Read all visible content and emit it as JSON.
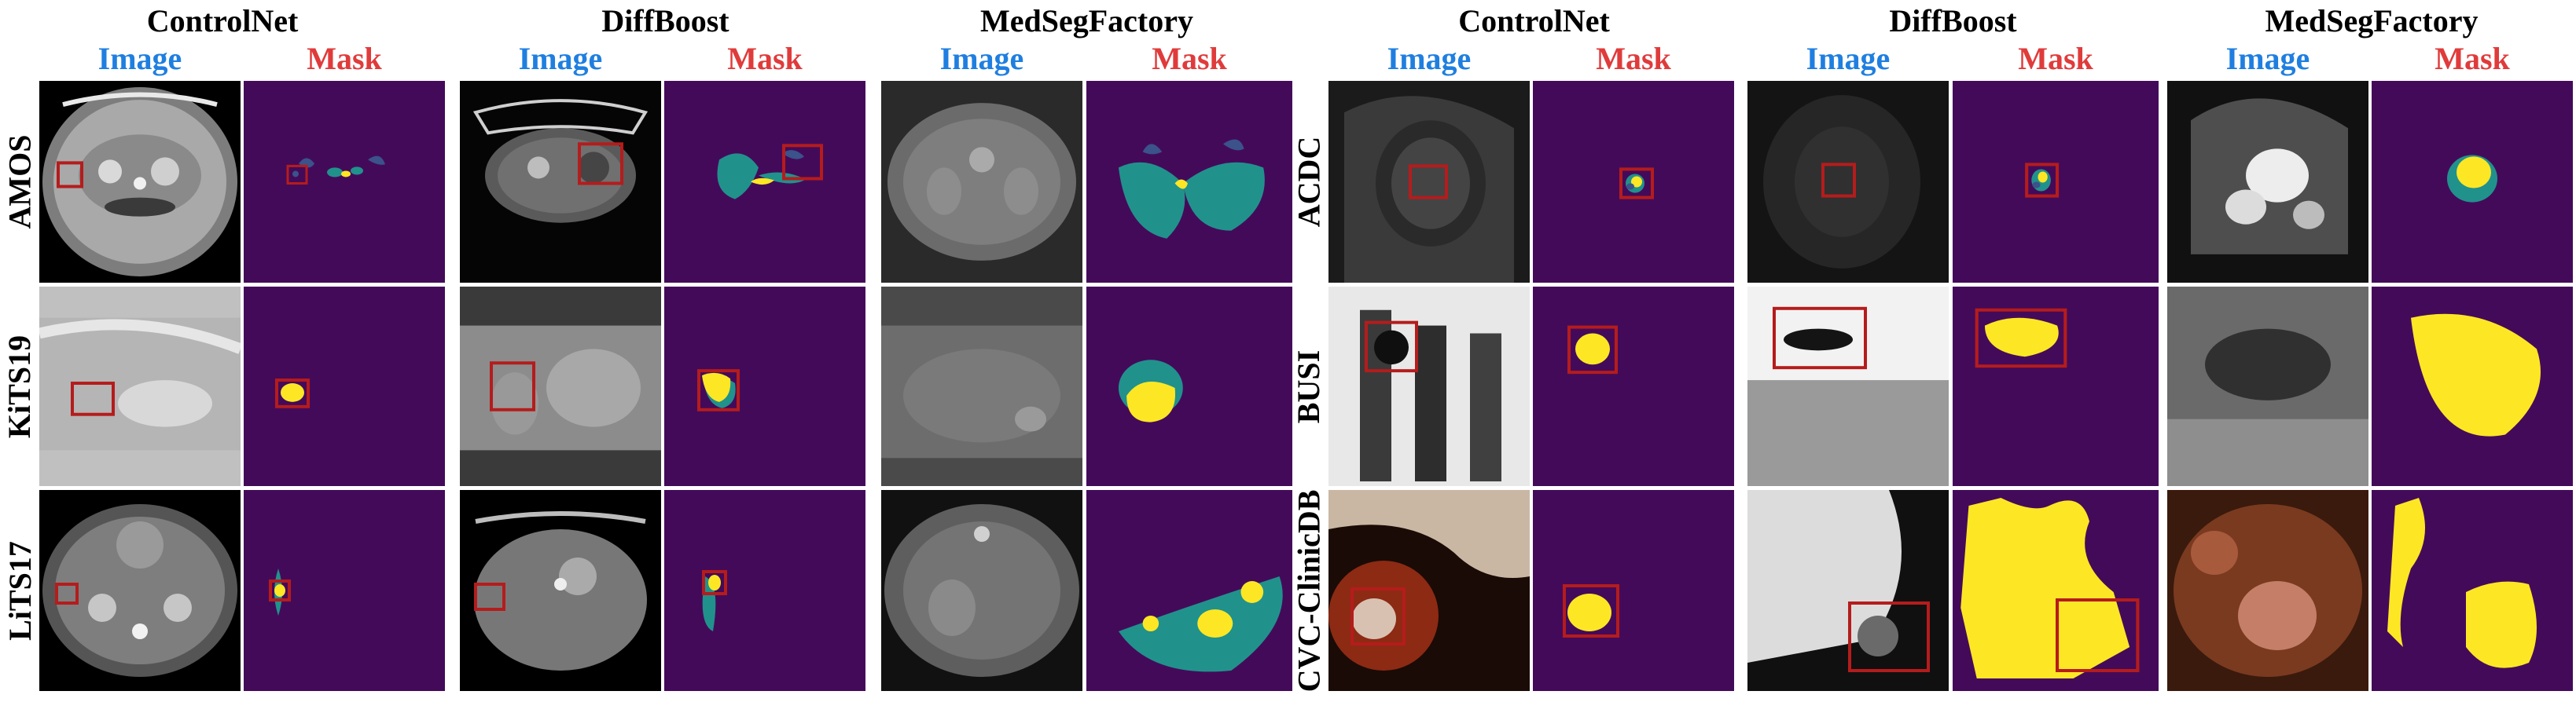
{
  "colors": {
    "image_label": "#1f7fe0",
    "mask_label": "#e03b3b",
    "mask_background": "#440a5a",
    "mask_teal": "#21918c",
    "mask_yellow": "#fde725",
    "mask_blue": "#3b528b",
    "highlight_box": "#b51c1c"
  },
  "methods": [
    {
      "title": "ControlNet",
      "image_label": "Image",
      "mask_label": "Mask"
    },
    {
      "title": "DiffBoost",
      "image_label": "Image",
      "mask_label": "Mask"
    },
    {
      "title": "MedSegFactory",
      "image_label": "Image",
      "mask_label": "Mask"
    },
    {
      "title": "ControlNet",
      "image_label": "Image",
      "mask_label": "Mask"
    },
    {
      "title": "DiffBoost",
      "image_label": "Image",
      "mask_label": "Mask"
    },
    {
      "title": "MedSegFactory",
      "image_label": "Image",
      "mask_label": "Mask"
    }
  ],
  "datasets": [
    "AMOS",
    "KiTS19",
    "LiTS17",
    "ACDC",
    "BUSI",
    "CVC-ClinicDB"
  ]
}
